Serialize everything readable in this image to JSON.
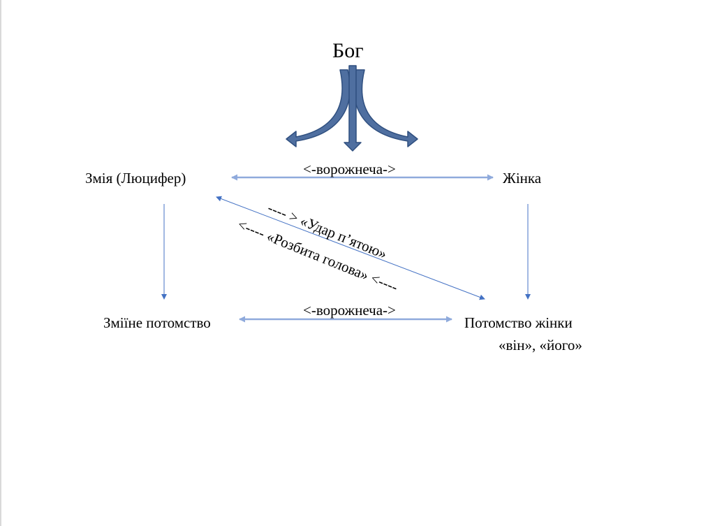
{
  "god": "Бог",
  "nodes": {
    "serpent": "Змія (Люцифер)",
    "woman": "Жінка",
    "serpent_offspring": "Зміїне потомство",
    "woman_offspring": "Потомство жінки",
    "woman_offspring_line2": "«він», «його»"
  },
  "enmity_top": "<-ворожнеча->",
  "enmity_bottom": "<-ворожнеча->",
  "heel_strike": "---- > «Удар п’ятою»",
  "head_crushed": "<---- «Розбита голова» <----",
  "colors": {
    "arrow_light": "#8faadc",
    "arrow_thin": "#4472c4",
    "god_arrow_fill": "#4f6fa0",
    "god_arrow_stroke": "#2f4f7f"
  }
}
